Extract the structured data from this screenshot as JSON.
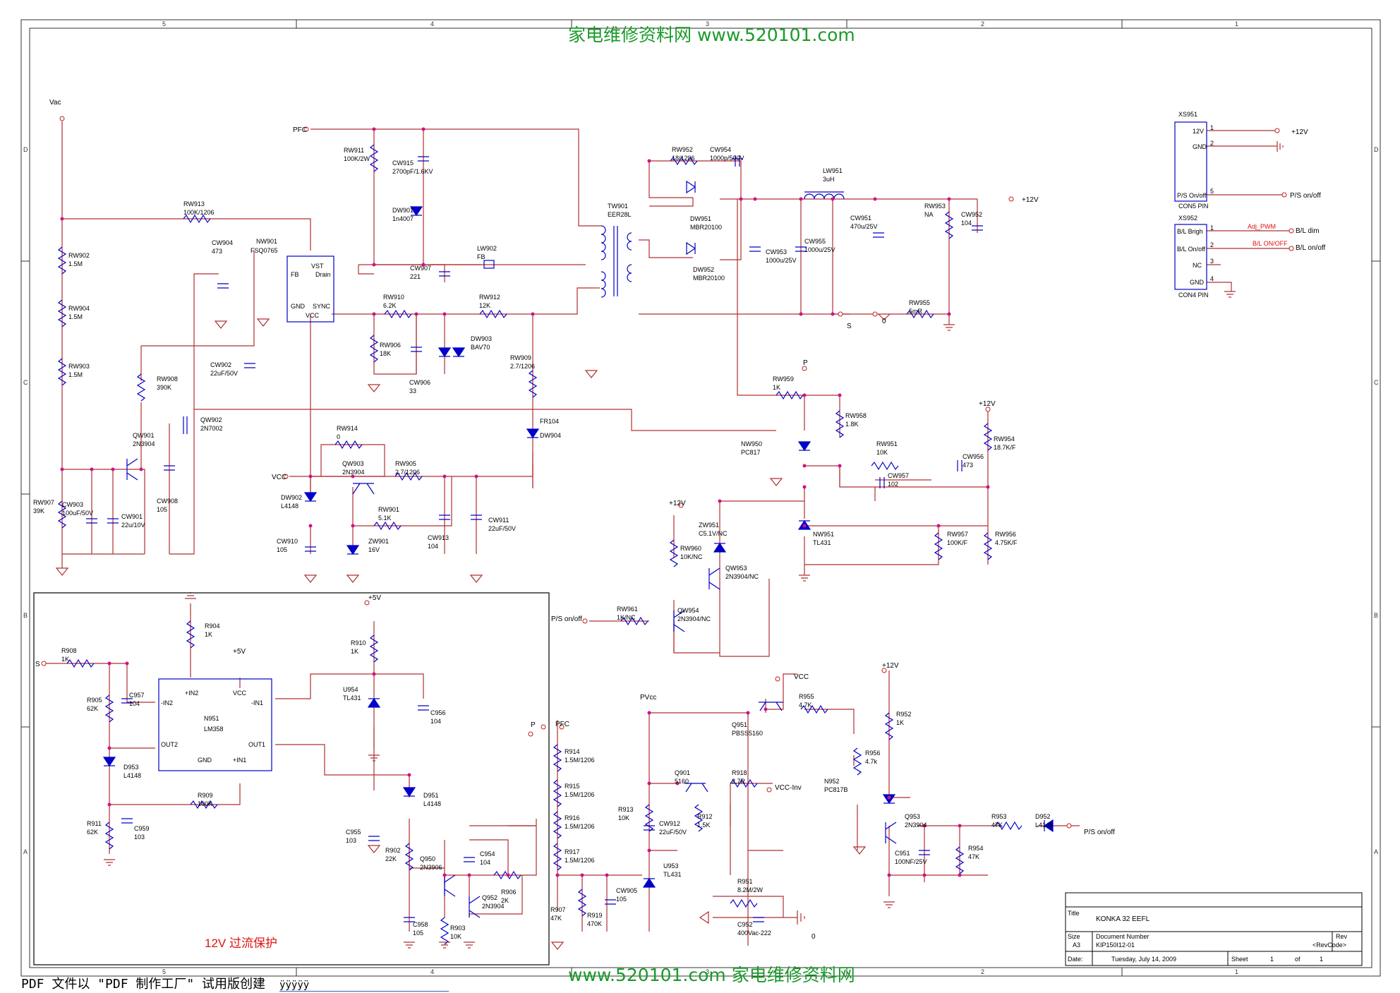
{
  "watermark_top": "家电维修资料网   www.520101.com",
  "watermark_bottom": "www.520101.com  家电维修资料网",
  "footer": {
    "text": "PDF 文件以 \"PDF 制作工厂\" 试用版创建",
    "tail": "ÿÿÿÿÿ"
  },
  "section_label": "12V 过流保护",
  "grid": {
    "cols_top": [
      "5",
      "4",
      "3",
      "2",
      "1"
    ],
    "rows": [
      "D",
      "C",
      "B",
      "A"
    ]
  },
  "title_block": {
    "title_label": "Title",
    "title": "KONKA 32 EEFL",
    "size_label": "Size",
    "size": "A3",
    "docnum_label": "Document Number",
    "docnum": "KIP150I12-01",
    "rev_label": "Rev",
    "rev": "<RevCode>",
    "date_label": "Date:",
    "date": "Tuesday, July 14, 2009",
    "sheet_label": "Sheet",
    "sheet": "1",
    "of_label": "of",
    "of": "1"
  },
  "labels": {
    "vac": "Vac",
    "pfc": "PFC",
    "vcc": "VCC",
    "s": "S",
    "zero": "0",
    "p": "P",
    "p12v": "+12V",
    "p5v": "+5V",
    "pvcc": "PVcc",
    "pfc2": "PFC",
    "vcc_inv": "VCC-Inv",
    "ps_onoff": "P/S on/off",
    "bl_dim": "B/L dim",
    "bl_onoff": "B/L on/off",
    "adj_pwm": "Adj_PWM",
    "bl_onoff_red": "B/L ON/OFF",
    "s_in": "S"
  },
  "connectors": {
    "xs951": {
      "ref": "XS951",
      "name": "CON5 PIN",
      "pins": [
        "12V",
        "GND",
        "P/S On/off"
      ],
      "nums": [
        "1",
        "2",
        "5"
      ]
    },
    "xs952": {
      "ref": "XS952",
      "name": "CON4 PIN",
      "pins": [
        "B/L Brigh",
        "B/L On/off",
        "NC",
        "GND"
      ],
      "nums": [
        "1",
        "2",
        "3",
        "4"
      ]
    }
  },
  "ic": {
    "nw901": {
      "ref": "NW901",
      "part": "FSQ0765",
      "pins": [
        "FB",
        "Drain",
        "GND",
        "SYNC",
        "VST",
        "VCC"
      ]
    },
    "n951": {
      "ref": "N951",
      "part": "LM358",
      "pins": [
        "-IN2",
        "+IN2",
        "VCC",
        "-IN1",
        "OUT2",
        "GND",
        "+IN1",
        "OUT1"
      ]
    }
  },
  "parts": [
    {
      "ref": "RW911",
      "val": "100K/2W"
    },
    {
      "ref": "CW915",
      "val": "2700pF/1.6KV"
    },
    {
      "ref": "DW901",
      "val": "1n4007"
    },
    {
      "ref": "CW907",
      "val": "221"
    },
    {
      "ref": "LW902",
      "val": "FB"
    },
    {
      "ref": "RW913",
      "val": "100K/1206"
    },
    {
      "ref": "CW904",
      "val": "473"
    },
    {
      "ref": "RW902",
      "val": "1.5M"
    },
    {
      "ref": "RW904",
      "val": "1.5M"
    },
    {
      "ref": "RW903",
      "val": "1.5M"
    },
    {
      "ref": "RW910",
      "val": "6.2K"
    },
    {
      "ref": "RW912",
      "val": "12K"
    },
    {
      "ref": "RW906",
      "val": "18K"
    },
    {
      "ref": "CW906",
      "val": "33"
    },
    {
      "ref": "DW903",
      "val": "BAV70"
    },
    {
      "ref": "RW909",
      "val": "2.7/1206"
    },
    {
      "ref": "FR104",
      "val": ""
    },
    {
      "ref": "DW904",
      "val": ""
    },
    {
      "ref": "CW902",
      "val": "22uF/50V"
    },
    {
      "ref": "RW908",
      "val": "390K"
    },
    {
      "ref": "QW902",
      "val": "2N7002"
    },
    {
      "ref": "QW901",
      "val": "2N3904"
    },
    {
      "ref": "RW907",
      "val": "39K"
    },
    {
      "ref": "CW903",
      "val": "100uF/50V"
    },
    {
      "ref": "CW901",
      "val": "22u/10V"
    },
    {
      "ref": "CW908",
      "val": "105"
    },
    {
      "ref": "RW914",
      "val": "0"
    },
    {
      "ref": "QW903",
      "val": "2N3904"
    },
    {
      "ref": "RW905",
      "val": "2.7/1206"
    },
    {
      "ref": "DW902",
      "val": "L4148"
    },
    {
      "ref": "RW901",
      "val": "5.1K"
    },
    {
      "ref": "CW910",
      "val": "105"
    },
    {
      "ref": "ZW901",
      "val": "16V"
    },
    {
      "ref": "CW913",
      "val": "104"
    },
    {
      "ref": "CW911",
      "val": "22uF/50V"
    },
    {
      "ref": "TW901",
      "val": "EER28L"
    },
    {
      "ref": "RW952",
      "val": "18/1206"
    },
    {
      "ref": "CW954",
      "val": "1000p/500V"
    },
    {
      "ref": "DW951",
      "val": "MBR20100"
    },
    {
      "ref": "DW952",
      "val": "MBR20100"
    },
    {
      "ref": "LW951",
      "val": "3uH"
    },
    {
      "ref": "CW951",
      "val": "470u/25V"
    },
    {
      "ref": "CW953",
      "val": "1000u/25V"
    },
    {
      "ref": "CW955",
      "val": "1000u/25V"
    },
    {
      "ref": "RW953",
      "val": "NA"
    },
    {
      "ref": "CW952",
      "val": "104"
    },
    {
      "ref": "RW955",
      "val": "5mR"
    },
    {
      "ref": "RW959",
      "val": "1K"
    },
    {
      "ref": "RW958",
      "val": "1.8K"
    },
    {
      "ref": "NW950",
      "val": "PC817"
    },
    {
      "ref": "RW951",
      "val": "10K"
    },
    {
      "ref": "CW957",
      "val": "102"
    },
    {
      "ref": "CW956",
      "val": "473"
    },
    {
      "ref": "RW954",
      "val": "18.7K/F"
    },
    {
      "ref": "NW951",
      "val": "TL431"
    },
    {
      "ref": "RW957",
      "val": "100K/F"
    },
    {
      "ref": "RW956",
      "val": "4.75K/F"
    },
    {
      "ref": "ZW951",
      "val": "C5.1V/NC"
    },
    {
      "ref": "RW960",
      "val": "10K/NC"
    },
    {
      "ref": "QW953",
      "val": "2N3904/NC"
    },
    {
      "ref": "RW961",
      "val": "1K/NC"
    },
    {
      "ref": "QW954",
      "val": "2N3904/NC"
    },
    {
      "ref": "R908",
      "val": "1K"
    },
    {
      "ref": "R904",
      "val": "1K"
    },
    {
      "ref": "C957",
      "val": "104"
    },
    {
      "ref": "R905",
      "val": "62K"
    },
    {
      "ref": "D953",
      "val": "L4148"
    },
    {
      "ref": "R909",
      "val": "100K"
    },
    {
      "ref": "R911",
      "val": "62K"
    },
    {
      "ref": "C959",
      "val": "103"
    },
    {
      "ref": "R910",
      "val": "1K"
    },
    {
      "ref": "U954",
      "val": "TL431"
    },
    {
      "ref": "C956",
      "val": "104"
    },
    {
      "ref": "D951",
      "val": "L4148"
    },
    {
      "ref": "C955",
      "val": "103"
    },
    {
      "ref": "R902",
      "val": "22K"
    },
    {
      "ref": "Q950",
      "val": "2N3906"
    },
    {
      "ref": "C954",
      "val": "104"
    },
    {
      "ref": "R906",
      "val": "2K"
    },
    {
      "ref": "Q952",
      "val": "2N3904"
    },
    {
      "ref": "C958",
      "val": "105"
    },
    {
      "ref": "R903",
      "val": "10K"
    },
    {
      "ref": "R914",
      "val": "1.5M/1206"
    },
    {
      "ref": "R915",
      "val": "1.5M/1206"
    },
    {
      "ref": "R916",
      "val": "1.5M/1206"
    },
    {
      "ref": "R917",
      "val": "1.5M/1206"
    },
    {
      "ref": "R907",
      "val": "47K"
    },
    {
      "ref": "R919",
      "val": "470K"
    },
    {
      "ref": "CW905",
      "val": "105"
    },
    {
      "ref": "Q951",
      "val": "PBSS5160"
    },
    {
      "ref": "R955",
      "val": "4.7K"
    },
    {
      "ref": "Q901",
      "val": "5160"
    },
    {
      "ref": "R918",
      "val": "2.7R"
    },
    {
      "ref": "R913",
      "val": "10K"
    },
    {
      "ref": "CW912",
      "val": "22uF/50V"
    },
    {
      "ref": "R912",
      "val": "1.5K"
    },
    {
      "ref": "U953",
      "val": "TL431"
    },
    {
      "ref": "R951",
      "val": "8.2M/2W"
    },
    {
      "ref": "C952",
      "val": "400Vac-222"
    },
    {
      "ref": "R952",
      "val": "1K"
    },
    {
      "ref": "R956",
      "val": "4.7k"
    },
    {
      "ref": "N952",
      "val": "PC817B"
    },
    {
      "ref": "Q953",
      "val": "2N3904"
    },
    {
      "ref": "C951",
      "val": "100NF/25V"
    },
    {
      "ref": "R954",
      "val": "47K"
    },
    {
      "ref": "R953",
      "val": "47K"
    },
    {
      "ref": "D952",
      "val": "L4148"
    }
  ],
  "colors": {
    "wire": "#b03030",
    "node": "#d0108a",
    "part": "#0000c8",
    "text": "#000000",
    "red_label": "#e01010",
    "watermark": "#1a9a2a"
  }
}
